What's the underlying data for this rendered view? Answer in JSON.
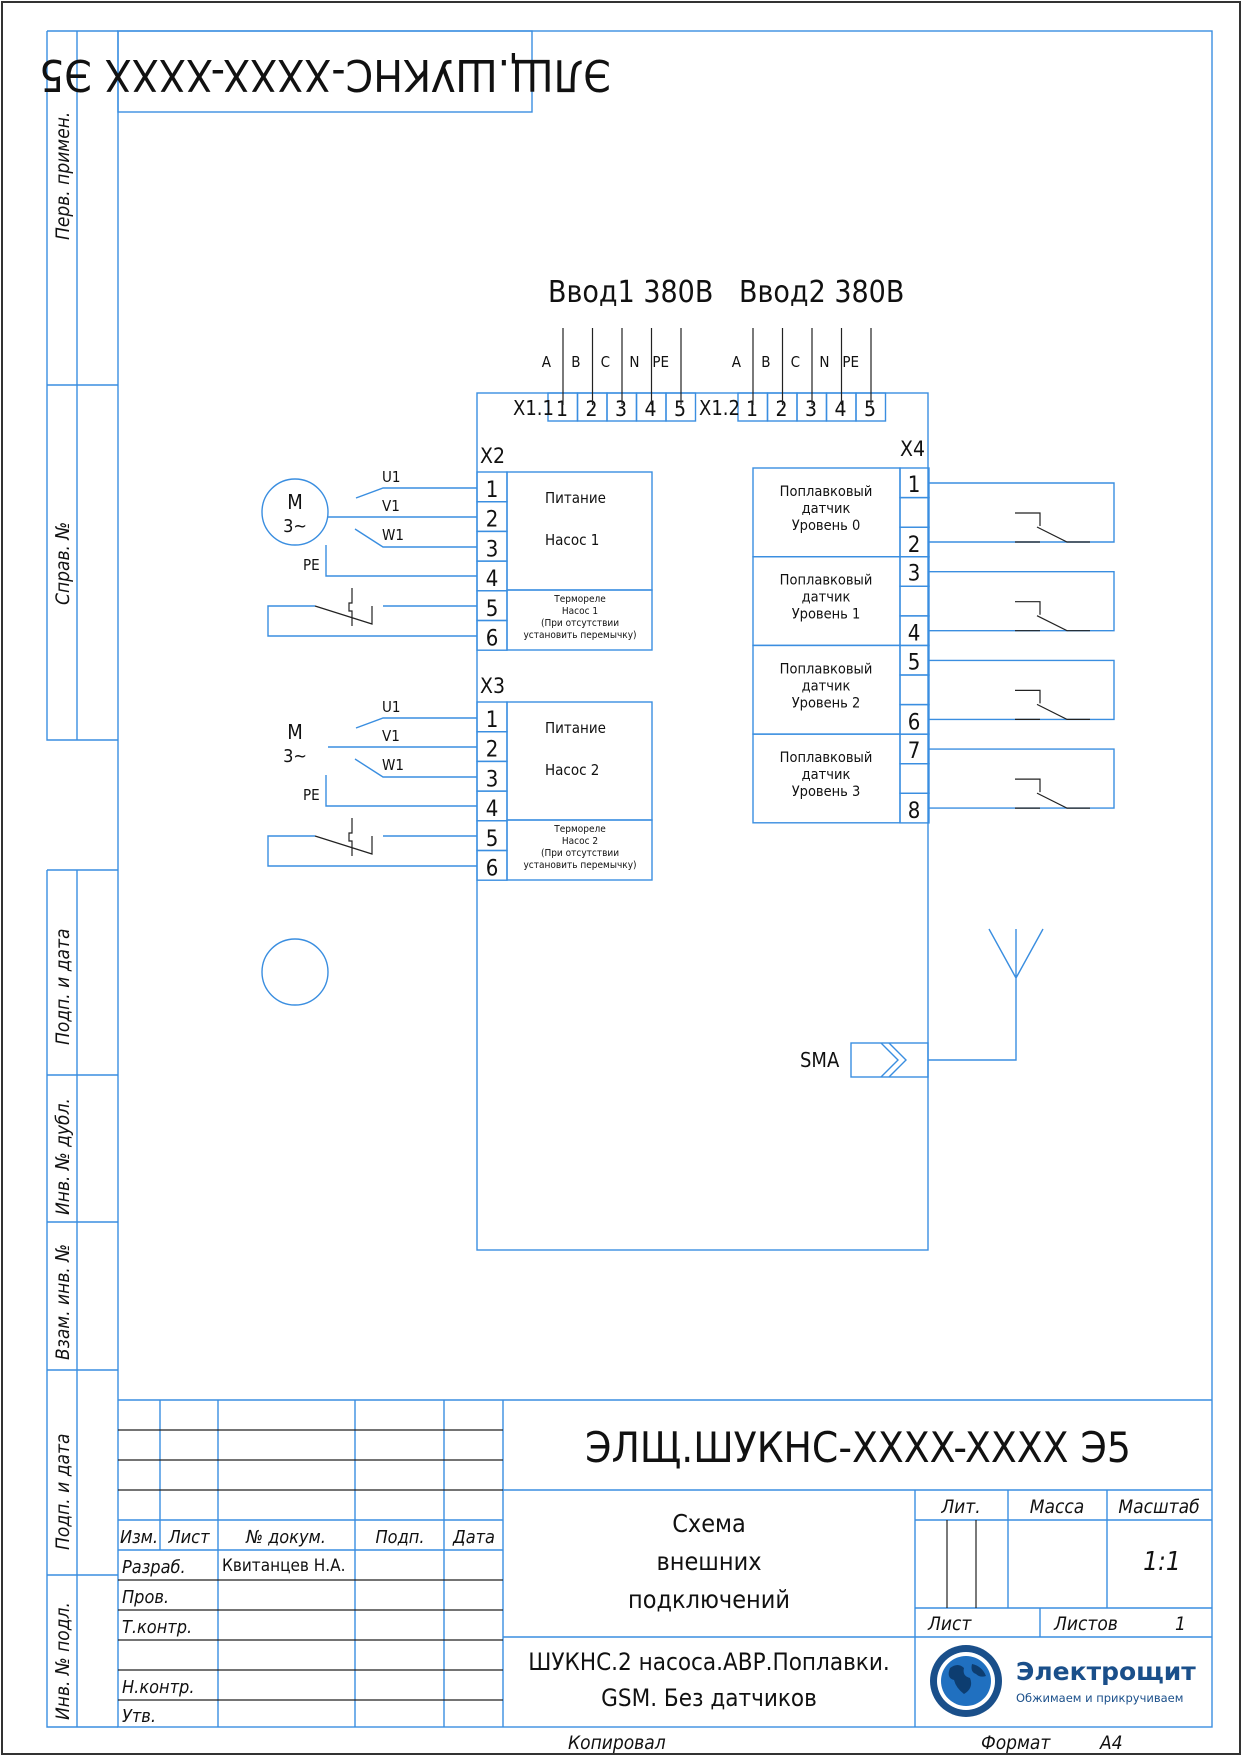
{
  "stamp_code": "ЭЛЩ.ШУКНС-XXXX-XXXX Э5",
  "side_labels": [
    "Перв. примен.",
    "Справ. №",
    "Подп. и дата",
    "Инв. № дубл.",
    "Взам. инв. №",
    "Подп. и дата",
    "Инв. № подл."
  ],
  "inputs": {
    "input1_title": "Ввод1 380В",
    "input2_title": "Ввод2 380В",
    "phases": [
      "A",
      "B",
      "C",
      "N",
      "PE"
    ],
    "x11_label": "X1.1",
    "x12_label": "X1.2",
    "terminals": [
      "1",
      "2",
      "3",
      "4",
      "5"
    ]
  },
  "pumps": [
    {
      "connector": "X2",
      "motor_top": "M",
      "motor_bottom": "3~",
      "wires": [
        "U1",
        "V1",
        "W1"
      ],
      "pe": "PE",
      "terminals": [
        "1",
        "2",
        "3",
        "4",
        "5",
        "6"
      ],
      "power_line1": "Питание",
      "power_line2": "Насос 1",
      "thermal": [
        "Термореле",
        "Насос 1",
        "(При отсутствии",
        "установить перемычку)"
      ]
    },
    {
      "connector": "X3",
      "motor_top": "M",
      "motor_bottom": "3~",
      "wires": [
        "U1",
        "V1",
        "W1"
      ],
      "pe": "PE",
      "terminals": [
        "1",
        "2",
        "3",
        "4",
        "5",
        "6"
      ],
      "power_line1": "Питание",
      "power_line2": "Насос 2",
      "thermal": [
        "Термореле",
        "Насос 2",
        "(При отсутствии",
        "установить перемычку)"
      ]
    }
  ],
  "floats": {
    "connector": "X4",
    "items": [
      {
        "l1": "Поплавковый",
        "l2": "датчик",
        "l3": "Уровень 0",
        "t1": "1",
        "t2": "2"
      },
      {
        "l1": "Поплавковый",
        "l2": "датчик",
        "l3": "Уровень 1",
        "t1": "3",
        "t2": "4"
      },
      {
        "l1": "Поплавковый",
        "l2": "датчик",
        "l3": "Уровень 2",
        "t1": "5",
        "t2": "6"
      },
      {
        "l1": "Поплавковый",
        "l2": "датчик",
        "l3": "Уровень 3",
        "t1": "7",
        "t2": "8"
      }
    ]
  },
  "antenna": {
    "connector_label": "SMA"
  },
  "title_block": {
    "doc_code": "ЭЛЩ.ШУКНС-XXXX-XXXX Э5",
    "headers": [
      "Изм.",
      "Лист",
      "№ докум.",
      "Подп.",
      "Дата"
    ],
    "roles": [
      "Разраб.",
      "Пров.",
      "Т.контр.",
      "",
      "Н.контр.",
      "Утв."
    ],
    "developer": "Квитанцев Н.А.",
    "doc_title": [
      "Схема",
      "внешних",
      "подключений"
    ],
    "lit_label": "Лит.",
    "mass_label": "Масса",
    "scale_label": "Масштаб",
    "scale_value": "1:1",
    "sheet_label": "Лист",
    "sheets_label": "Листов",
    "sheets_value": "1",
    "product_name": [
      "ШУКНС.2 насоса.АВР.Поплавки.",
      "GSM. Без датчиков"
    ],
    "logo_name": "Электрощит",
    "logo_slogan": "Обжимаем и прикручиваем",
    "copied_label": "Копировал",
    "format_label": "Формат",
    "format_value": "А4"
  },
  "colors": {
    "frame": "#3a8ee0",
    "logo": "#1a4f8a"
  }
}
